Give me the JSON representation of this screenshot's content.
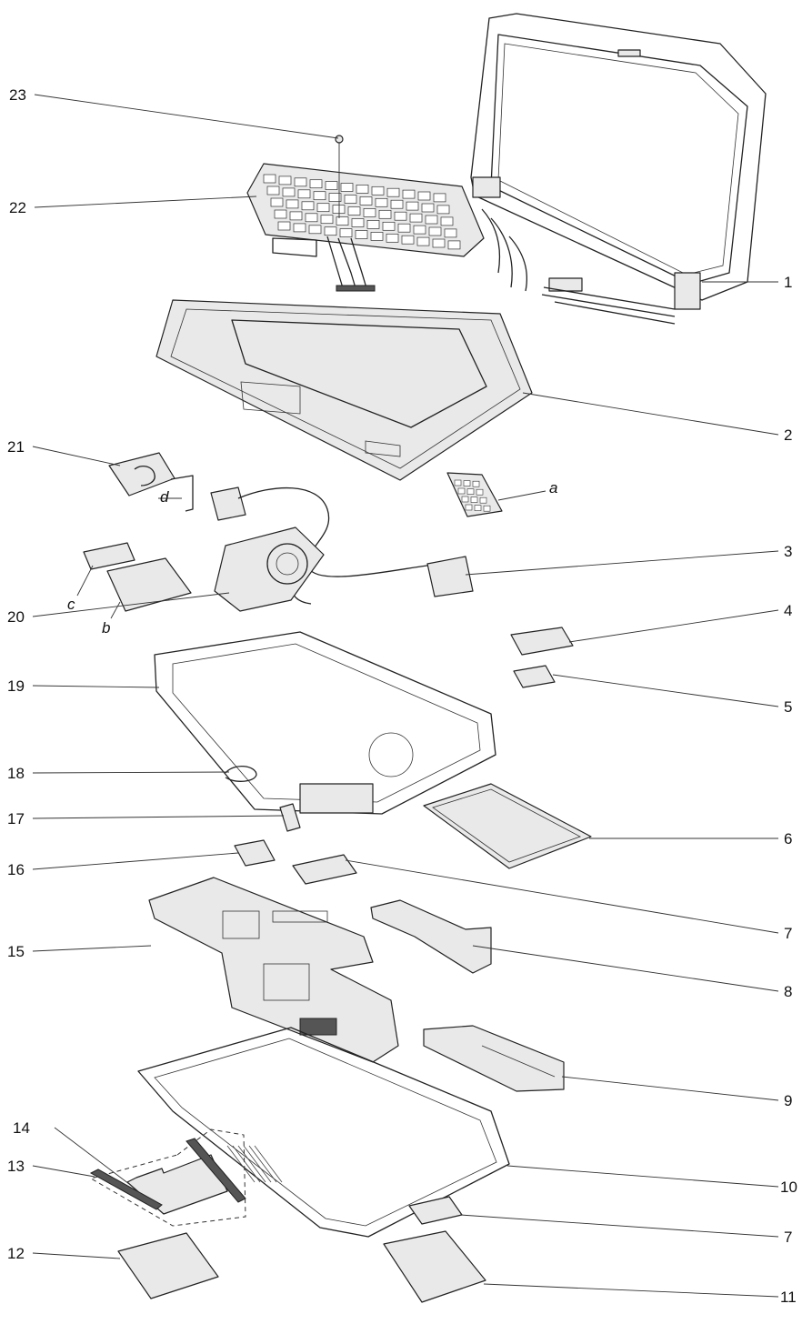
{
  "callouts": {
    "c1": "1",
    "c2": "2",
    "c3": "3",
    "c4": "4",
    "c5": "5",
    "c6": "6",
    "c7a": "7",
    "c7b": "7",
    "c8": "8",
    "c9": "9",
    "c10": "10",
    "c11": "11",
    "c12": "12",
    "c13": "13",
    "c14": "14",
    "c15": "15",
    "c16": "16",
    "c17": "17",
    "c18": "18",
    "c19": "19",
    "c20": "20",
    "c21": "21",
    "c22": "22",
    "c23": "23",
    "la": "a",
    "lb": "b",
    "lc": "c",
    "ld": "d"
  }
}
